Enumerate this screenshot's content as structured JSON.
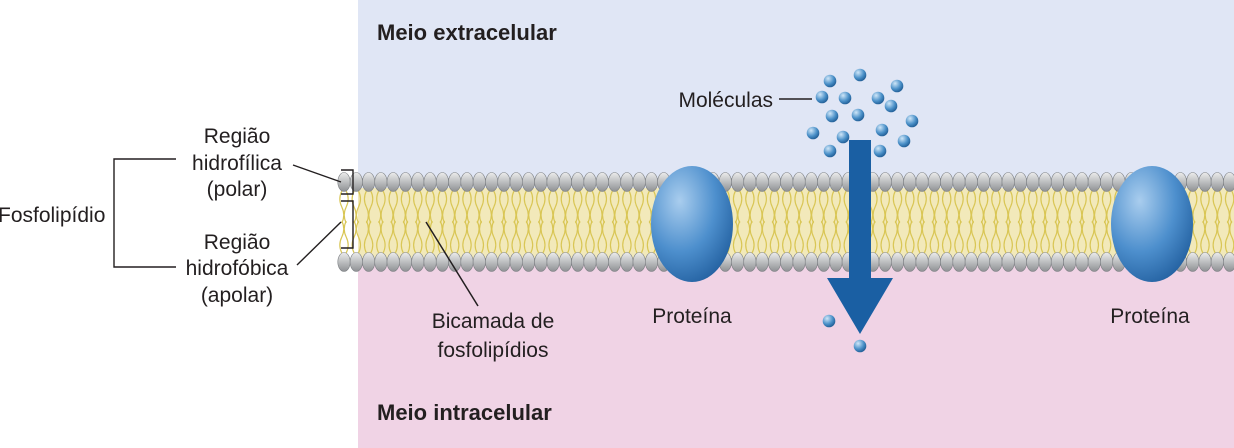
{
  "labels": {
    "extracellular": "Meio extracelular",
    "intracellular": "Meio intracelular",
    "molecules": "Moléculas",
    "protein_left": "Proteína",
    "protein_right": "Proteína",
    "phospholipid": "Fosfolipídio",
    "hydrophilic": [
      "Região",
      "hidrofílica",
      "(polar)"
    ],
    "hydrophobic": [
      "Região",
      "hidrofóbica",
      "(apolar)"
    ],
    "bilayer": [
      "Bicamada de",
      "fosfolipídios"
    ]
  },
  "colors": {
    "extracellular_bg": "#e0e6f5",
    "intracellular_bg": "#f0d3e5",
    "protein": "#3d7cc0",
    "arrow": "#1a5fa3",
    "molecule": "#4a90c8",
    "lipid_head": "#b0b3b6",
    "lipid_tail": "#e6d46a"
  }
}
